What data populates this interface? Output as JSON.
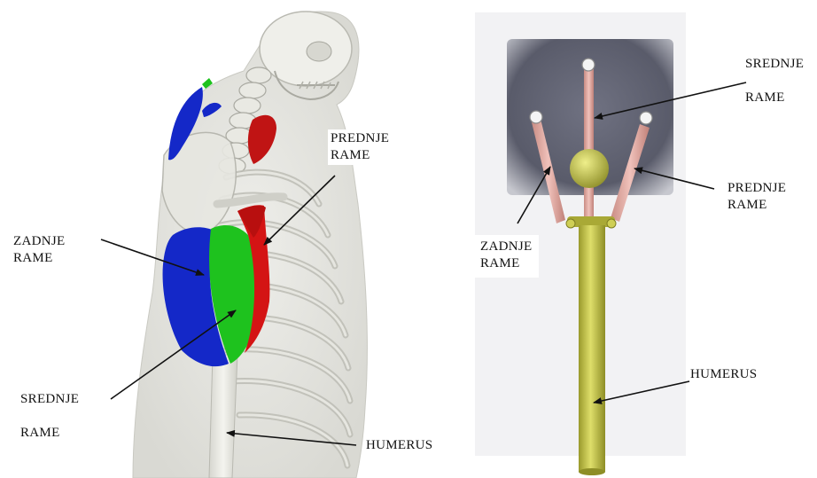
{
  "left_figure": {
    "labels": {
      "prednje": "PREDNJE\nRAME",
      "zadnje": "ZADNJE\nRAME",
      "srednje": "SREDNJE\n\nRAME",
      "humerus": "HUMERUS"
    }
  },
  "right_figure": {
    "labels": {
      "srednje": "SREDNJE\n\nRAME",
      "prednje": "PREDNJE\nRAME",
      "zadnje": "ZADNJE\nRAME",
      "humerus": "HUMERUS"
    }
  },
  "colors": {
    "anterior_deltoid": "#d41414",
    "middle_deltoid": "#1ec21e",
    "posterior_deltoid": "#1428c8",
    "model_rod": "#c9c948",
    "model_cable": "#e3a8a0",
    "model_backdrop": "#5f6170"
  }
}
